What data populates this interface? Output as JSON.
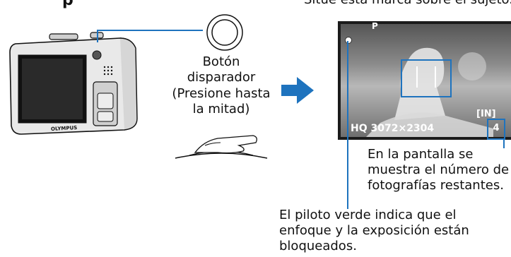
{
  "heading_fragment": "p",
  "top_caption_fragment": "Sitúe esta marca sobre el sujeto.",
  "button_label_line1": "Botón",
  "button_label_line2": "disparador",
  "half_press_line1": "(Presione hasta",
  "half_press_line2": "la mitad)",
  "camera_brand": "OLYMPUS",
  "screen": {
    "mode": "P",
    "memory": "[IN]",
    "resolution": "HQ 3072×2304",
    "remaining": "4"
  },
  "remaining_caption": [
    "En la pantalla se",
    "muestra el número de",
    "fotografías restantes."
  ],
  "green_lamp_caption": [
    "El piloto verde indica que el",
    "enfoque y la exposición están",
    "bloqueados."
  ],
  "colors": {
    "arrow": "#1e73be",
    "leader": "#1e73be"
  }
}
